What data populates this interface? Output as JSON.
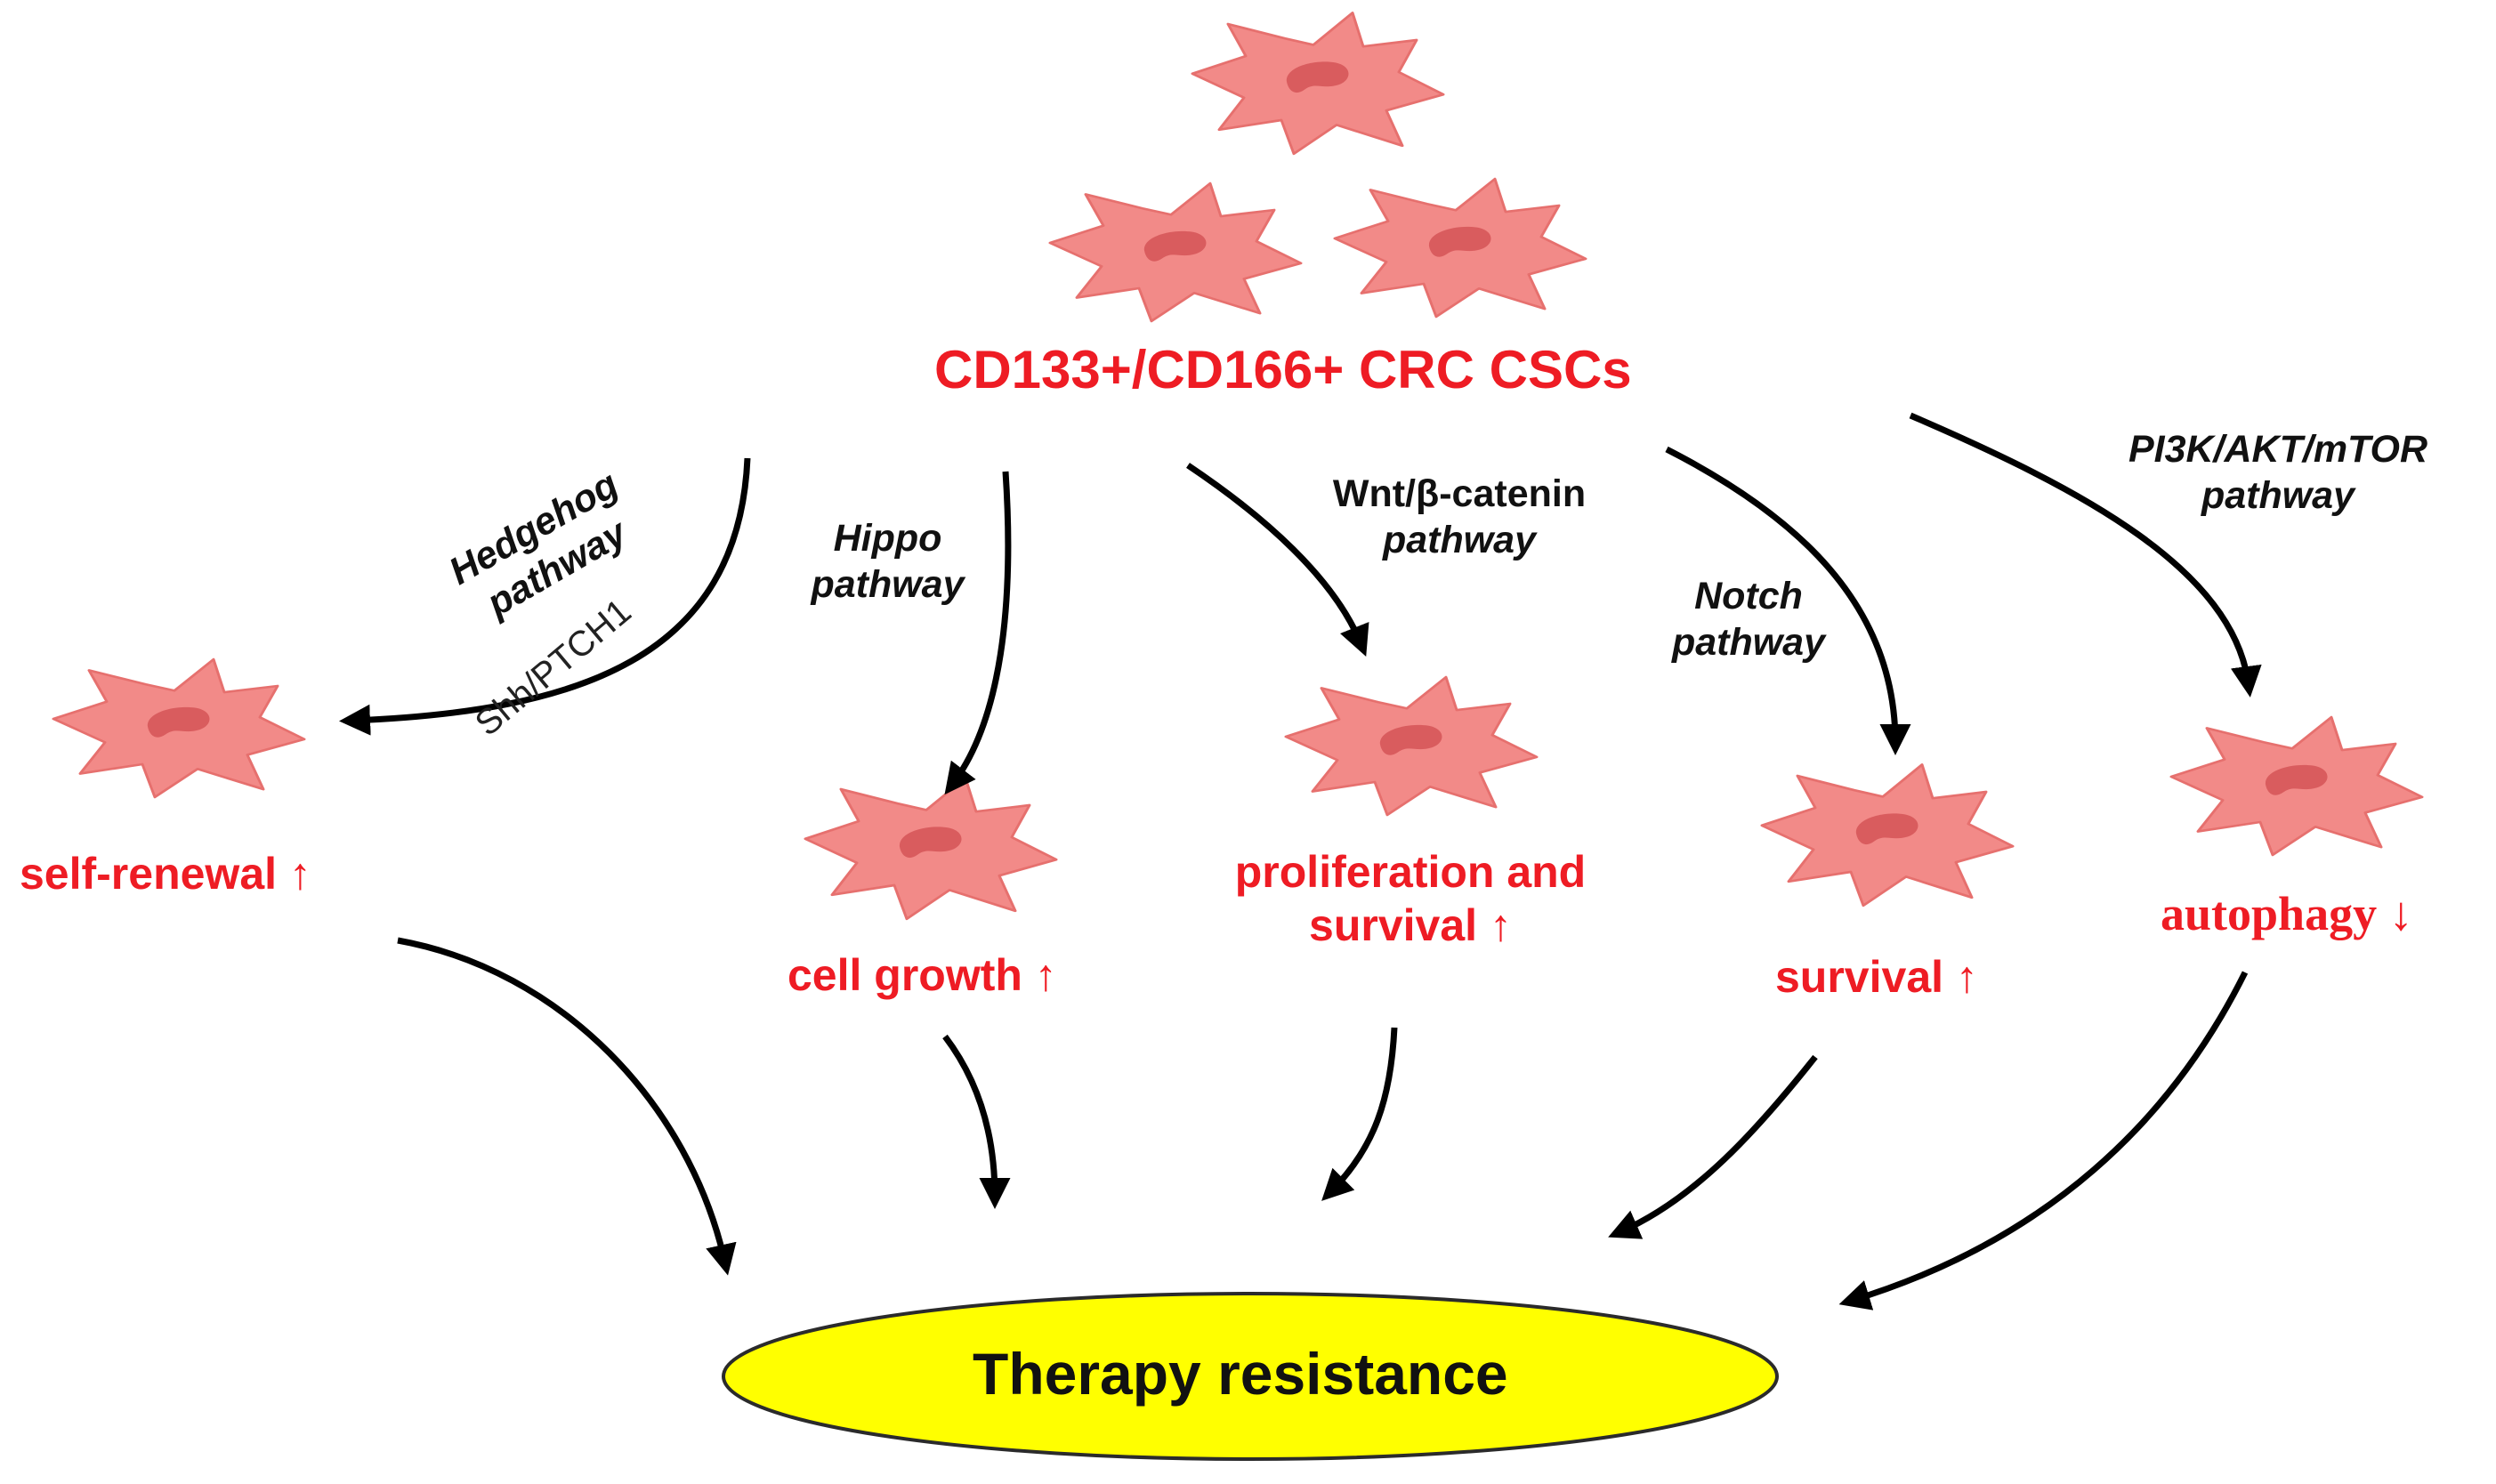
{
  "title": "CD133+/CD166+ CRC CSCs",
  "result": "Therapy resistance",
  "colors": {
    "cell_fill": "#f28a88",
    "cell_stroke": "#e35e5c",
    "nucleus": "#d95c5e",
    "outcome_text": "#ee1c24",
    "ellipse_fill": "#ffff00",
    "ellipse_stroke": "#2b2b2b",
    "arrow": "#000000"
  },
  "pathways": {
    "hedgehog": {
      "name_line1": "Hedgehog",
      "name_line2": "pathway",
      "mediator": "Shh/PTCH1",
      "outcome": "self-renewal ↑"
    },
    "hippo": {
      "name_line1": "Hippo",
      "name_line2": "pathway",
      "outcome": "cell growth ↑"
    },
    "wnt": {
      "name_line1": "Wnt/β-catenin",
      "name_line2": "pathway",
      "outcome_line1": "proliferation and",
      "outcome_line2": "survival ↑"
    },
    "notch": {
      "name_line1": "Notch",
      "name_line2": "pathway",
      "outcome": "survival ↑"
    },
    "pi3k": {
      "name_line1": "PI3K/AKT/mTOR",
      "name_line2": "pathway",
      "outcome": "autophagy ↓"
    }
  }
}
